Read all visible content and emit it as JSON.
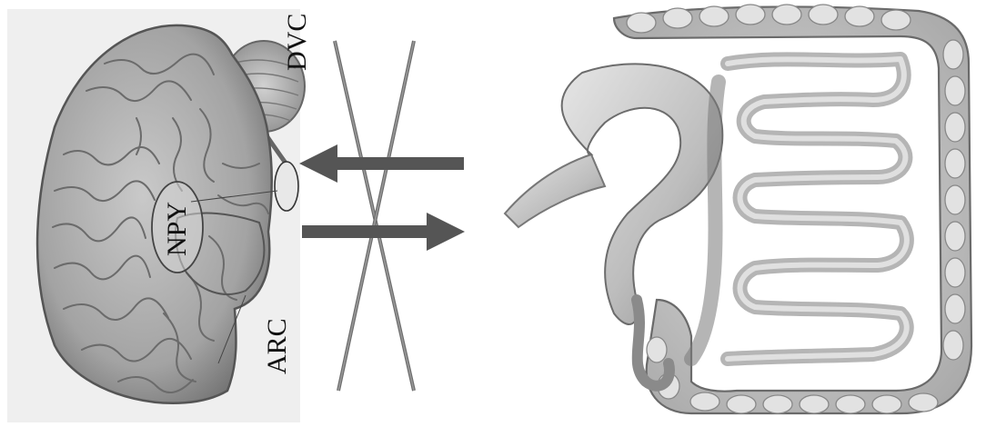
{
  "labels": {
    "dvc": "DVC",
    "npy": "NPY",
    "arc": "ARC"
  },
  "colors": {
    "arrow": "#555555",
    "cross_line_outer": "#6e6e6e",
    "cross_line_inner": "#9a9a9a",
    "brain": "#a7a7a7",
    "gut": "#c4c4c4"
  }
}
